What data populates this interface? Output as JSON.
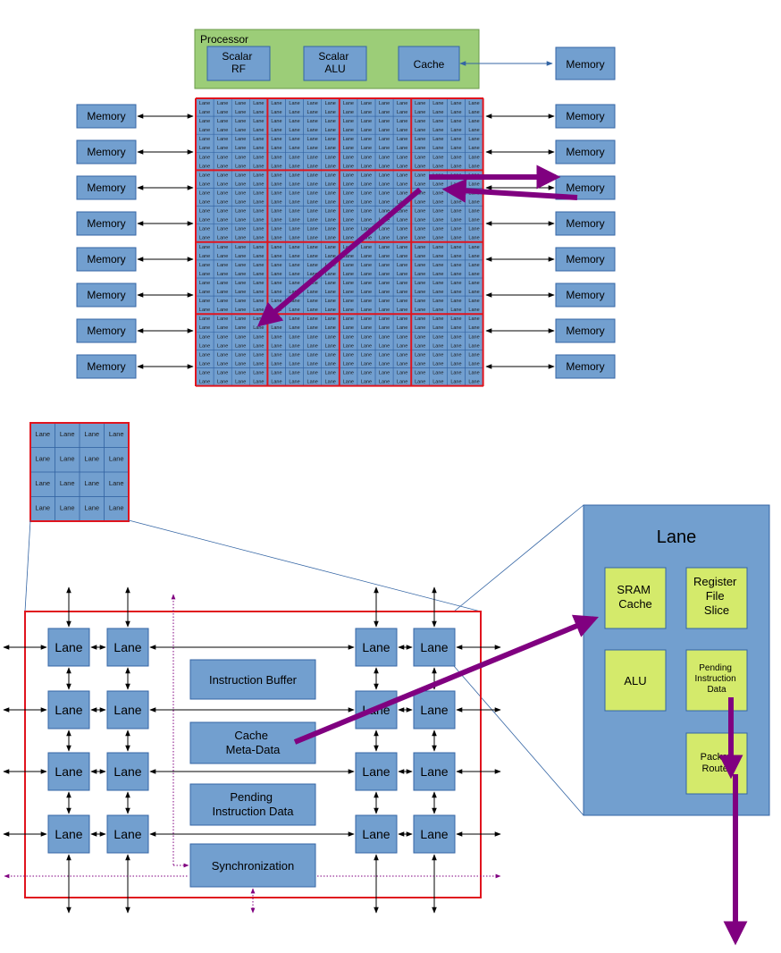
{
  "processor": {
    "title": "Processor",
    "scalar_rf": [
      "Scalar",
      "RF"
    ],
    "scalar_alu": [
      "Scalar",
      "ALU"
    ],
    "cache": "Cache",
    "memory": "Memory"
  },
  "memory_label": "Memory",
  "lane_label": "Lane",
  "tile": {
    "instruction_buffer": "Instruction Buffer",
    "cache_meta": [
      "Cache",
      "Meta-Data"
    ],
    "pending": [
      "Pending",
      "Instruction Data"
    ],
    "synchronization": "Synchronization"
  },
  "lane_detail": {
    "title": "Lane",
    "sram": [
      "SRAM",
      "Cache"
    ],
    "regfile": [
      "Register",
      "File",
      "Slice"
    ],
    "alu": "ALU",
    "pending": [
      "Pending",
      "Instruction",
      "Data"
    ],
    "packet": [
      "Packet",
      "Router"
    ]
  },
  "colors": {
    "box_fill": "#729fcf",
    "box_stroke": "#3465a4",
    "processor_fill": "#9ccd78",
    "highlight": "#d4ea6b",
    "grid_border": "#e0141e",
    "arrow": "#800080"
  }
}
